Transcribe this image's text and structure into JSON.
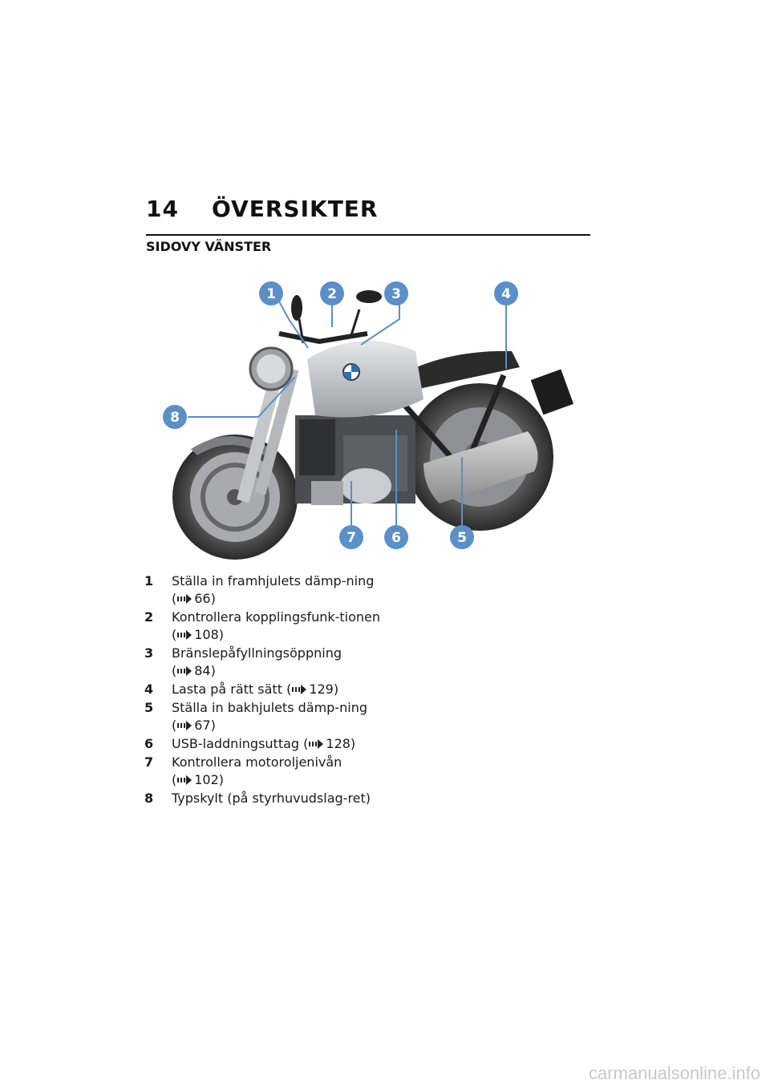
{
  "chapter": {
    "number": "14",
    "title": "ÖVERSIKTER"
  },
  "section": {
    "title": "SIDOVY VÄNSTER"
  },
  "callouts": [
    "1",
    "2",
    "3",
    "4",
    "5",
    "6",
    "7",
    "8"
  ],
  "legend": [
    {
      "n": "1",
      "text": "Ställa in framhjulets dämp-ning",
      "ref": "66)"
    },
    {
      "n": "2",
      "text": "Kontrollera kopplingsfunk-tionen",
      "ref": "108)"
    },
    {
      "n": "3",
      "text": "Bränslepåfyllningsöppning",
      "ref": "84)"
    },
    {
      "n": "4",
      "text": "Lasta på rätt sätt",
      "ref": "129)"
    },
    {
      "n": "5",
      "text": "Ställa in bakhjulets dämp-ning",
      "ref": "67)"
    },
    {
      "n": "6",
      "text": "USB-laddningsuttag",
      "ref": "128)"
    },
    {
      "n": "7",
      "text": "Kontrollera motoroljenivån",
      "ref": "102)"
    },
    {
      "n": "8",
      "text": "Typskylt (på styrhuvudslag-ret)",
      "ref": ""
    }
  ],
  "colors": {
    "callout": "#5b8fc7",
    "text": "#1a1a1a"
  },
  "icons": {
    "reference": "reference-arrow-icon"
  },
  "watermark": "carmanualsonline.info"
}
